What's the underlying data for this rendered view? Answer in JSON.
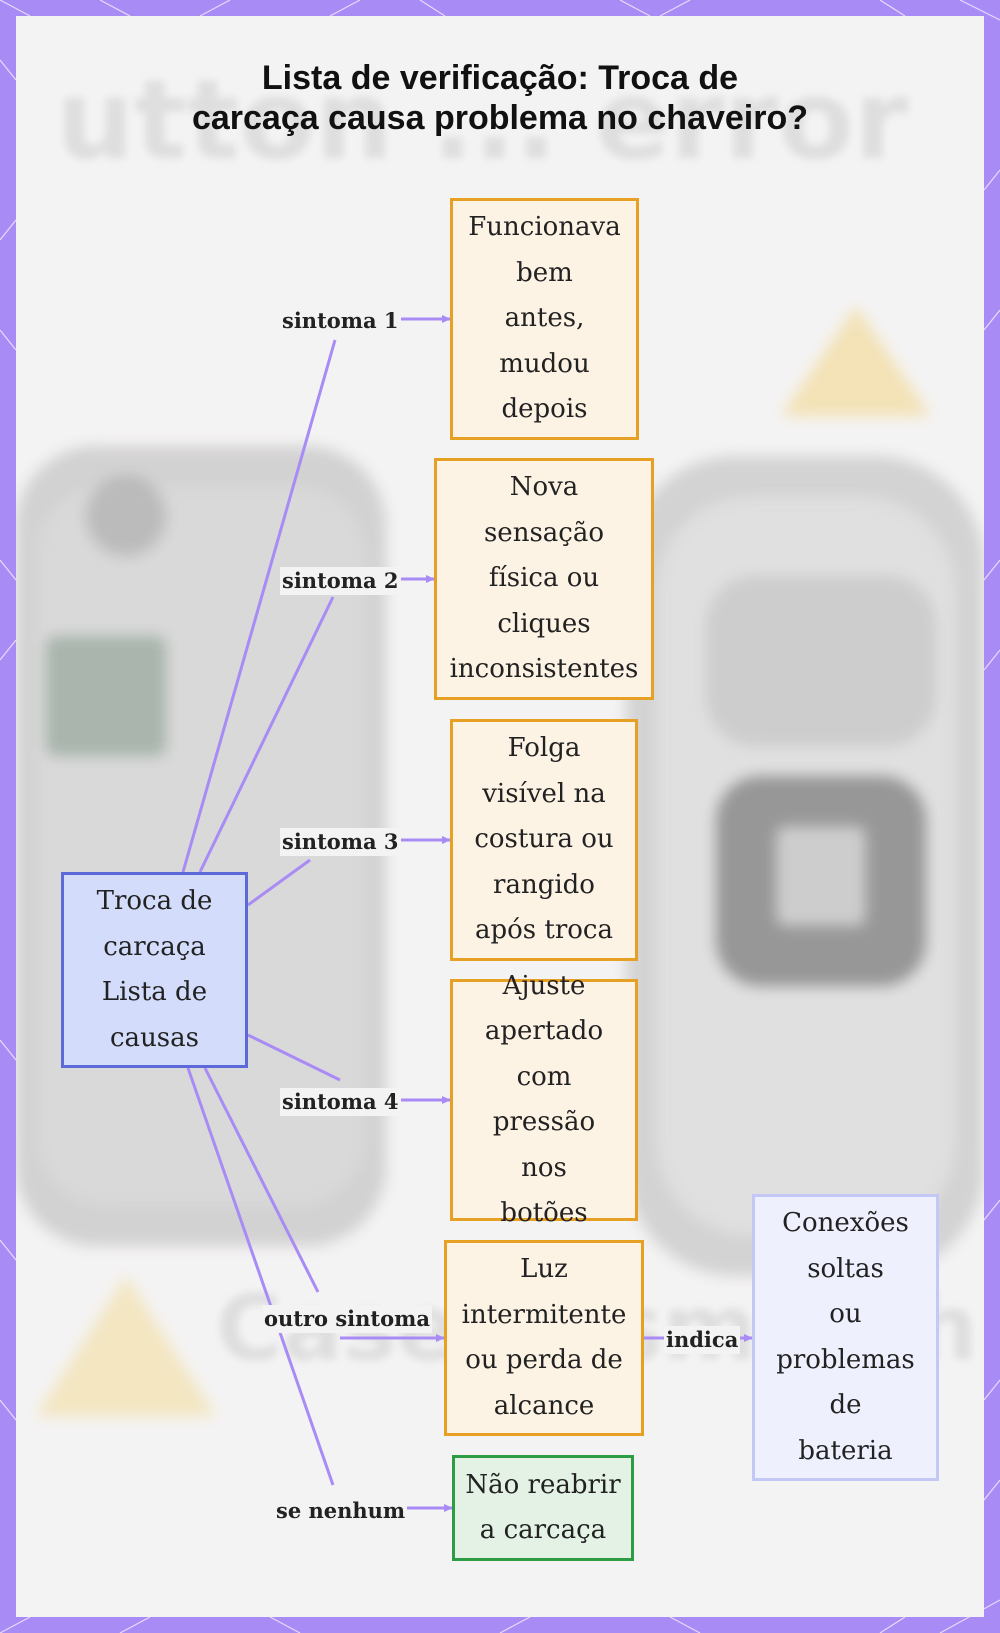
{
  "title_lines": [
    "Lista de verificação: Troca de",
    "carcaça causa problema no chaveiro?"
  ],
  "center_node": [
    "Troca de",
    "carcaça",
    "Lista de",
    "causas"
  ],
  "symptoms": [
    {
      "label": "sintoma 1",
      "lines": [
        "Funcionava",
        "bem",
        "antes,",
        "mudou",
        "depois"
      ]
    },
    {
      "label": "sintoma 2",
      "lines": [
        "Nova",
        "sensação",
        "física ou",
        "cliques",
        "inconsistentes"
      ]
    },
    {
      "label": "sintoma 3",
      "lines": [
        "Folga",
        "visível na",
        "costura ou",
        "rangido",
        "após troca"
      ]
    },
    {
      "label": "sintoma 4",
      "lines": [
        "Ajuste",
        "apertado",
        "com pressão",
        "nos",
        "botões"
      ]
    },
    {
      "label": "outro sintoma",
      "lines": [
        "Luz",
        "intermitente",
        "ou perda de",
        "alcance"
      ]
    }
  ],
  "indica_label": "indica",
  "result_node": [
    "Conexões",
    "soltas",
    "ou",
    "problemas",
    "de",
    "bateria"
  ],
  "none_label": "se nenhum",
  "none_node": [
    "Não reabrir",
    "a carcaça"
  ],
  "colors": {
    "frame": "#a98bf6",
    "edge": "#a98bf6",
    "symptom_border": "#e6a023",
    "center_border": "#5c6ad9",
    "none_border": "#2e9c43"
  }
}
